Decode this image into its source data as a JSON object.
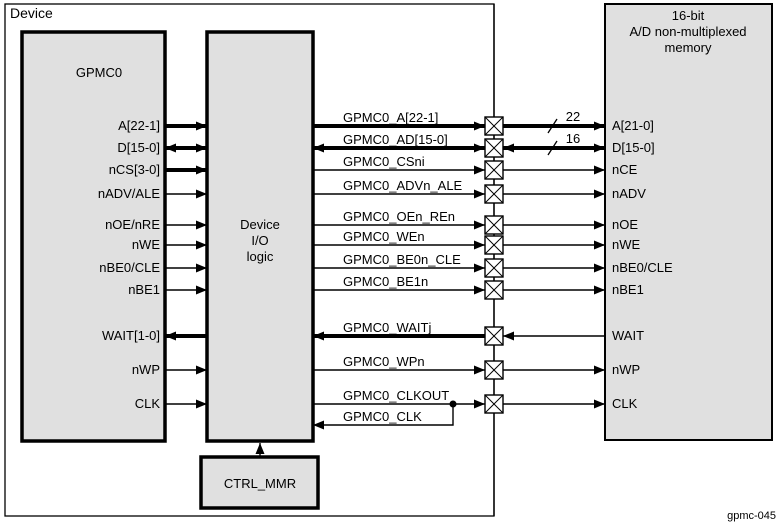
{
  "diagram": {
    "device_label": "Device",
    "caption": "gpmc-045",
    "blocks": {
      "gpmc_title": "GPMC0",
      "io_line1": "Device",
      "io_line2": "I/O",
      "io_line3": "logic",
      "ctrl_title": "CTRL_MMR",
      "mem_line1": "16-bit",
      "mem_line2": "A/D non-multiplexed",
      "mem_line3": "memory"
    },
    "colors": {
      "block_fill": "#e0e0e0",
      "wire": "#000000",
      "background": "#ffffff"
    },
    "rows": [
      {
        "gpmc_pin": "A[22-1]",
        "net": "GPMC0_A[22-1]",
        "mem_pin": "A[21-0]",
        "bus_width": "22"
      },
      {
        "gpmc_pin": "D[15-0]",
        "net": "GPMC0_AD[15-0]",
        "mem_pin": "D[15-0]",
        "bus_width": "16"
      },
      {
        "gpmc_pin": "nCS[3-0]",
        "net": "GPMC0_CSni",
        "mem_pin": "nCE"
      },
      {
        "gpmc_pin": "nADV/ALE",
        "net": "GPMC0_ADVn_ALE",
        "mem_pin": "nADV"
      },
      {
        "gpmc_pin": "nOE/nRE",
        "net": "GPMC0_OEn_REn",
        "mem_pin": "nOE"
      },
      {
        "gpmc_pin": "nWE",
        "net": "GPMC0_WEn",
        "mem_pin": "nWE"
      },
      {
        "gpmc_pin": "nBE0/CLE",
        "net": "GPMC0_BE0n_CLE",
        "mem_pin": "nBE0/CLE"
      },
      {
        "gpmc_pin": "nBE1",
        "net": "GPMC0_BE1n",
        "mem_pin": "nBE1"
      },
      {
        "gpmc_pin": "WAIT[1-0]",
        "net": "GPMC0_WAITj",
        "mem_pin": "WAIT"
      },
      {
        "gpmc_pin": "nWP",
        "net": "GPMC0_WPn",
        "mem_pin": "nWP"
      },
      {
        "gpmc_pin": "CLK",
        "net": "GPMC0_CLKOUT",
        "net2": "GPMC0_CLK",
        "mem_pin": "CLK"
      }
    ]
  }
}
